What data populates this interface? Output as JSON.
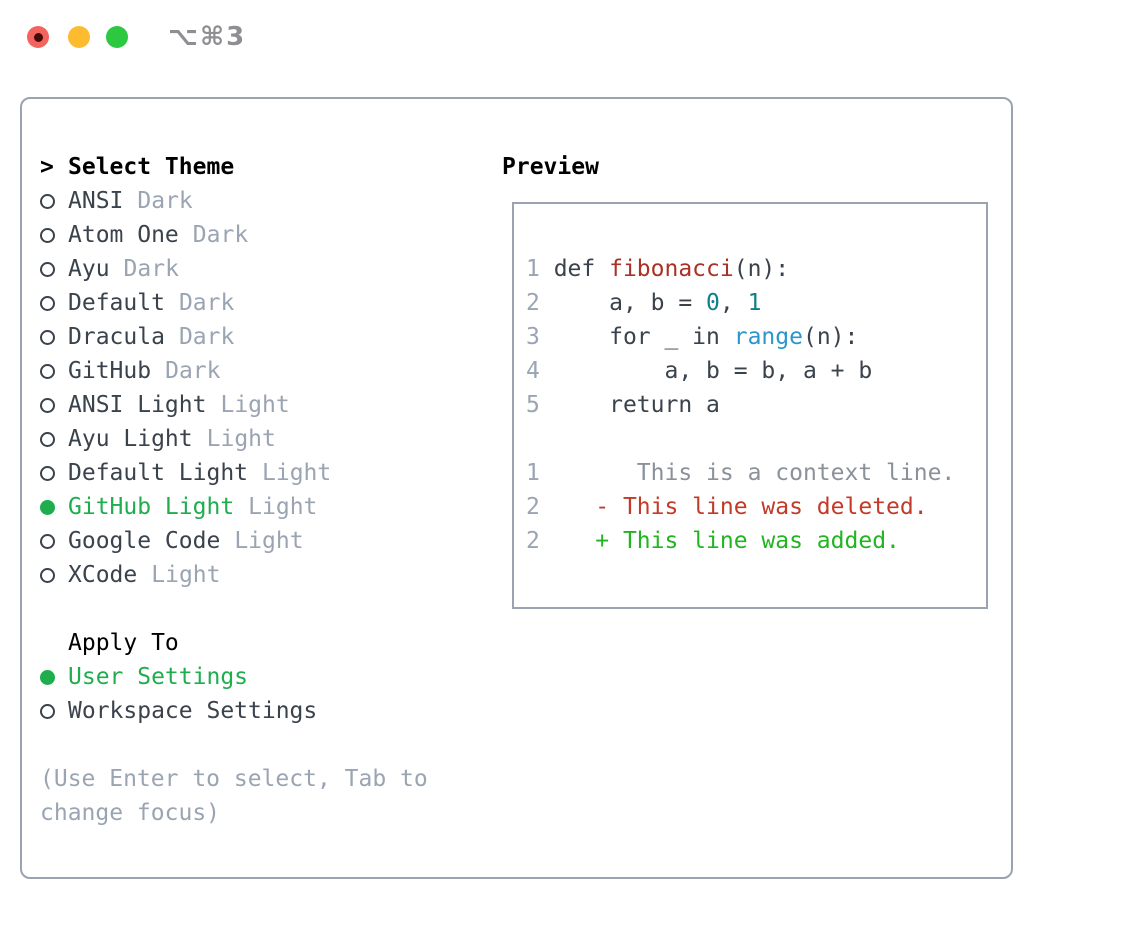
{
  "window": {
    "title": "⌥⌘3",
    "traffic_lights": [
      "close",
      "minimize",
      "zoom"
    ]
  },
  "theme_panel": {
    "header_prefix": ">",
    "header": "Select Theme",
    "themes": [
      {
        "name": "ANSI",
        "variant": "Dark",
        "selected": false
      },
      {
        "name": "Atom One",
        "variant": "Dark",
        "selected": false
      },
      {
        "name": "Ayu",
        "variant": "Dark",
        "selected": false
      },
      {
        "name": "Default",
        "variant": "Dark",
        "selected": false
      },
      {
        "name": "Dracula",
        "variant": "Dark",
        "selected": false
      },
      {
        "name": "GitHub",
        "variant": "Dark",
        "selected": false
      },
      {
        "name": "ANSI Light",
        "variant": "Light",
        "selected": false
      },
      {
        "name": "Ayu Light",
        "variant": "Light",
        "selected": false
      },
      {
        "name": "Default Light",
        "variant": "Light",
        "selected": false
      },
      {
        "name": "GitHub Light",
        "variant": "Light",
        "selected": true
      },
      {
        "name": "Google Code",
        "variant": "Light",
        "selected": false
      },
      {
        "name": "XCode",
        "variant": "Light",
        "selected": false
      }
    ],
    "apply_to": {
      "header": "Apply To",
      "options": [
        {
          "label": "User Settings",
          "selected": true
        },
        {
          "label": "Workspace Settings",
          "selected": false
        }
      ]
    },
    "hint_line1": "(Use Enter to select, Tab to",
    "hint_line2": "change focus)"
  },
  "preview": {
    "header": "Preview",
    "code_lines": [
      {
        "num": "1",
        "segments": [
          {
            "t": "def ",
            "c": "code_plain"
          },
          {
            "t": "fibonacci",
            "c": "code_function"
          },
          {
            "t": "(n):",
            "c": "code_plain"
          }
        ]
      },
      {
        "num": "2",
        "segments": [
          {
            "t": "    a, b = ",
            "c": "code_plain"
          },
          {
            "t": "0",
            "c": "code_number"
          },
          {
            "t": ", ",
            "c": "code_plain"
          },
          {
            "t": "1",
            "c": "code_number"
          }
        ]
      },
      {
        "num": "3",
        "segments": [
          {
            "t": "    for _ in ",
            "c": "code_plain"
          },
          {
            "t": "range",
            "c": "code_builtin"
          },
          {
            "t": "(n):",
            "c": "code_plain"
          }
        ]
      },
      {
        "num": "4",
        "segments": [
          {
            "t": "        a, b = b, a + b",
            "c": "code_plain"
          }
        ]
      },
      {
        "num": "5",
        "segments": [
          {
            "t": "    return a",
            "c": "code_plain"
          }
        ]
      }
    ],
    "diff_lines": [
      {
        "num": "1",
        "segments": [
          {
            "t": "      This is a context line.",
            "c": "diff_context"
          }
        ]
      },
      {
        "num": "2",
        "segments": [
          {
            "t": "   - This line was deleted.",
            "c": "diff_deleted"
          }
        ]
      },
      {
        "num": "2",
        "segments": [
          {
            "t": "   + This line was added.",
            "c": "diff_added"
          }
        ]
      }
    ]
  },
  "colors": {
    "selection_green": "#1fad4e",
    "diff_added": "#21b521",
    "diff_deleted": "#c23a28",
    "diff_context": "#8a9199",
    "line_number": "#9aa4b2",
    "code_plain": "#3a424c",
    "code_function": "#a93226",
    "code_number": "#0e7f8b",
    "code_builtin": "#2a96cc",
    "muted_gray": "#9aa4b2",
    "panel_border": "#9aa3af",
    "traffic_red": "#f4645f",
    "traffic_yellow": "#fdbc2f",
    "traffic_green": "#2cc840"
  }
}
